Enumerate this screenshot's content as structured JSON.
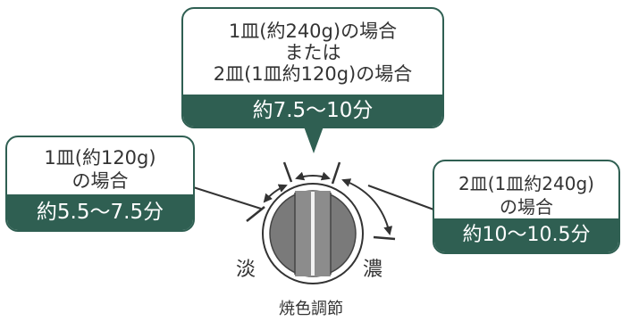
{
  "top_box": {
    "lines": [
      "1皿(約240g)の場合",
      "または",
      "2皿(1皿約120g)の場合"
    ],
    "time": "約7.5〜10分"
  },
  "left_box": {
    "lines": [
      "1皿(約120g)",
      "の場合"
    ],
    "time": "約5.5〜7.5分"
  },
  "right_box": {
    "lines": [
      "2皿(1皿約240g)",
      "の場合"
    ],
    "time": "約10〜10.5分"
  },
  "dial": {
    "light_label": "淡",
    "dark_label": "濃",
    "caption": "焼色調節"
  },
  "colors": {
    "accent": "#2f5f52",
    "knob": "#7a7a7a"
  }
}
